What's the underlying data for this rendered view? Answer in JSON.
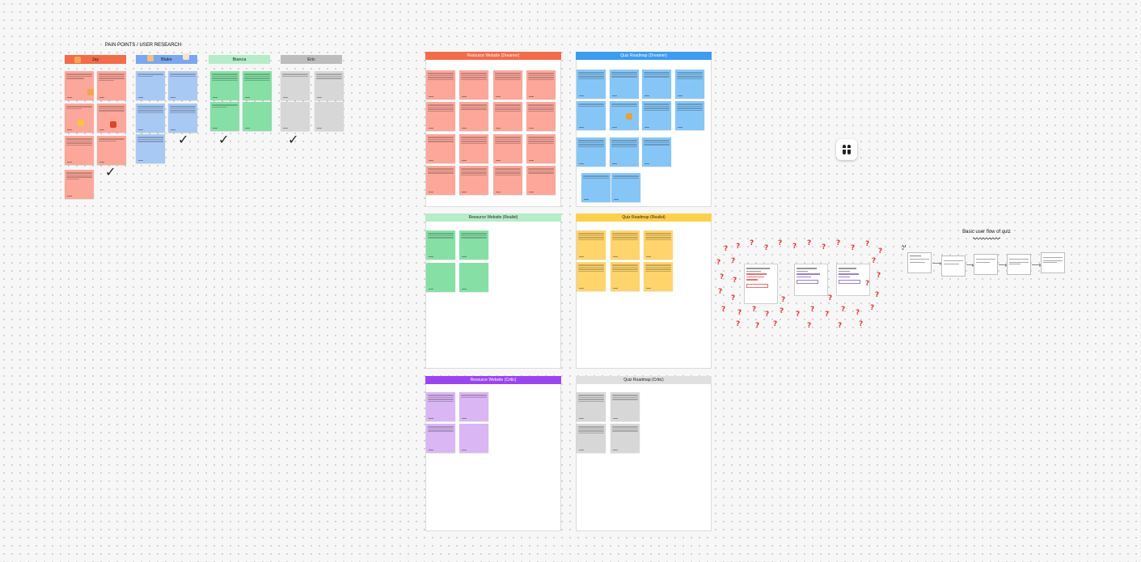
{
  "pain_points": {
    "title": "PAIN POINTS / USER RESEARCH",
    "people": [
      {
        "name": "Jay",
        "color": "#f26b4a"
      },
      {
        "name": "Blake",
        "color": "#7aa7f0"
      },
      {
        "name": "Bianca",
        "color": "#b6ecc8"
      },
      {
        "name": "Eric",
        "color": "#bdbdbd"
      }
    ]
  },
  "frames": [
    {
      "title": "Resource Website (Dreamer)",
      "header_color": "#f26b4a"
    },
    {
      "title": "Quiz Roadmap (Dreamer)",
      "header_color": "#3d9bf0"
    },
    {
      "title": "Resource Website (Realist)",
      "header_color": "#b6ecc8"
    },
    {
      "title": "Quiz Roadmap (Realist)",
      "header_color": "#ffd04d"
    },
    {
      "title": "Resource Website (Critic)",
      "header_color": "#9b45f2"
    },
    {
      "title": "Quiz Roadmap (Critic)",
      "header_color": "#e0e0e0"
    }
  ],
  "flow": {
    "title": "Basic user flow of quiz"
  },
  "colors": {
    "red_note": "#fca79a",
    "blue_note": "#a9c9f5",
    "sky_note": "#86c6f7",
    "green_note": "#86e0a6",
    "yellow_note": "#ffd56b",
    "purple_note": "#dab6f5",
    "gray_note": "#d7d7d7",
    "question_mark": "#e53935"
  },
  "icons": {
    "checkmark": "check-icon",
    "question": "question-mark-icon",
    "app_logo": "app-logo-icon"
  }
}
